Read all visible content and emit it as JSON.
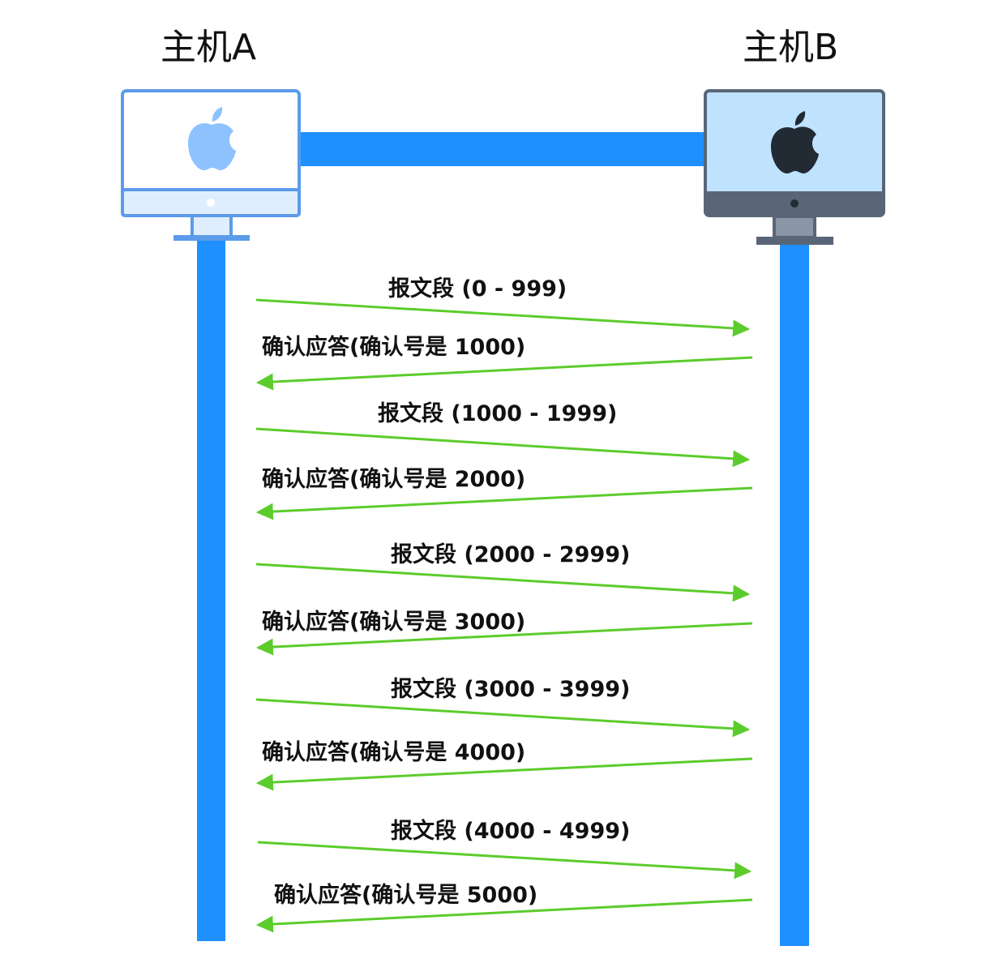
{
  "hosts": {
    "a": {
      "label": "主机A"
    },
    "b": {
      "label": "主机B"
    }
  },
  "messages": [
    {
      "direction": "A-to-B",
      "label": "报文段 (0 - 999)"
    },
    {
      "direction": "B-to-A",
      "label": "确认应答(确认号是 1000)"
    },
    {
      "direction": "A-to-B",
      "label": "报文段 (1000 - 1999)"
    },
    {
      "direction": "B-to-A",
      "label": "确认应答(确认号是 2000)"
    },
    {
      "direction": "A-to-B",
      "label": "报文段 (2000 - 2999)"
    },
    {
      "direction": "B-to-A",
      "label": "确认应答(确认号是 3000)"
    },
    {
      "direction": "A-to-B",
      "label": "报文段 (3000 - 3999)"
    },
    {
      "direction": "B-to-A",
      "label": "确认应答(确认号是 4000)"
    },
    {
      "direction": "A-to-B",
      "label": "报文段 (4000 - 4999)"
    },
    {
      "direction": "B-to-A",
      "label": "确认应答(确认号是 5000)"
    }
  ],
  "colors": {
    "timeline": "#1e90ff",
    "arrow": "#5ccc2c",
    "host_a_frame": "#5b9bea",
    "host_a_logo": "#8ec2ff",
    "host_b_frame": "#5a6678",
    "host_b_screen": "#bfe3ff",
    "host_b_logo": "#222a33"
  },
  "icons": {
    "host_a": "computer-icon",
    "host_b": "computer-icon",
    "logo": "apple-logo-icon"
  }
}
